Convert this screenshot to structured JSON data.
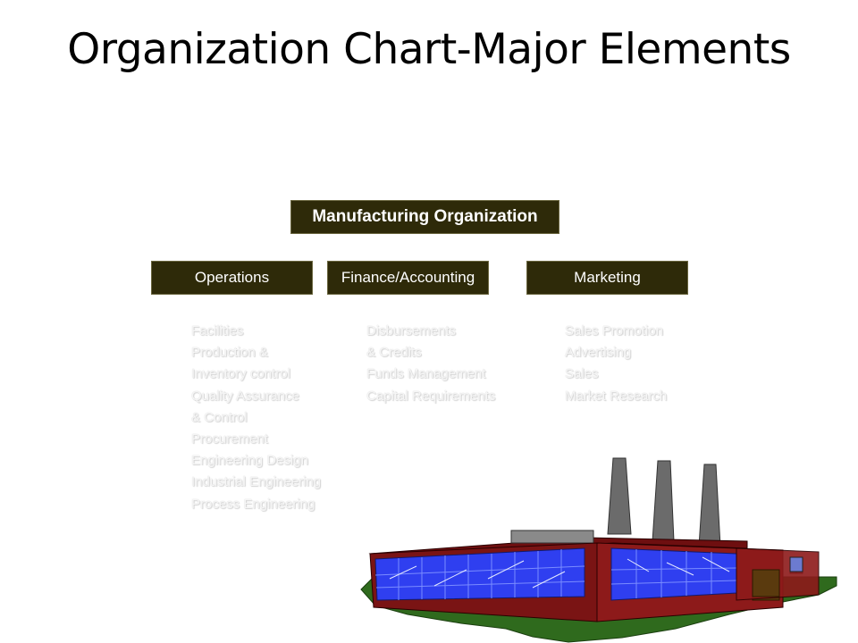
{
  "title": "Organization Chart-Major Elements",
  "org": {
    "root": "Manufacturing Organization",
    "departments": [
      {
        "name": "Operations",
        "items": [
          "Facilities",
          "Production &",
          "Inventory control",
          "Quality Assurance",
          "& Control",
          "Procurement",
          "Engineering Design",
          "Industrial Engineering",
          "Process Engineering"
        ]
      },
      {
        "name": "Finance/Accounting",
        "items": [
          "Disbursements",
          "& Credits",
          "Funds Management",
          "Capital Requirements"
        ]
      },
      {
        "name": "Marketing",
        "items": [
          "Sales Promotion",
          "Advertising",
          "Sales",
          "Market Research"
        ]
      }
    ]
  },
  "colors": {
    "box_fill": "#2e2a09",
    "box_text": "#ffffff",
    "list_text": "#f6f6f6"
  },
  "illustration": "factory-clipart"
}
